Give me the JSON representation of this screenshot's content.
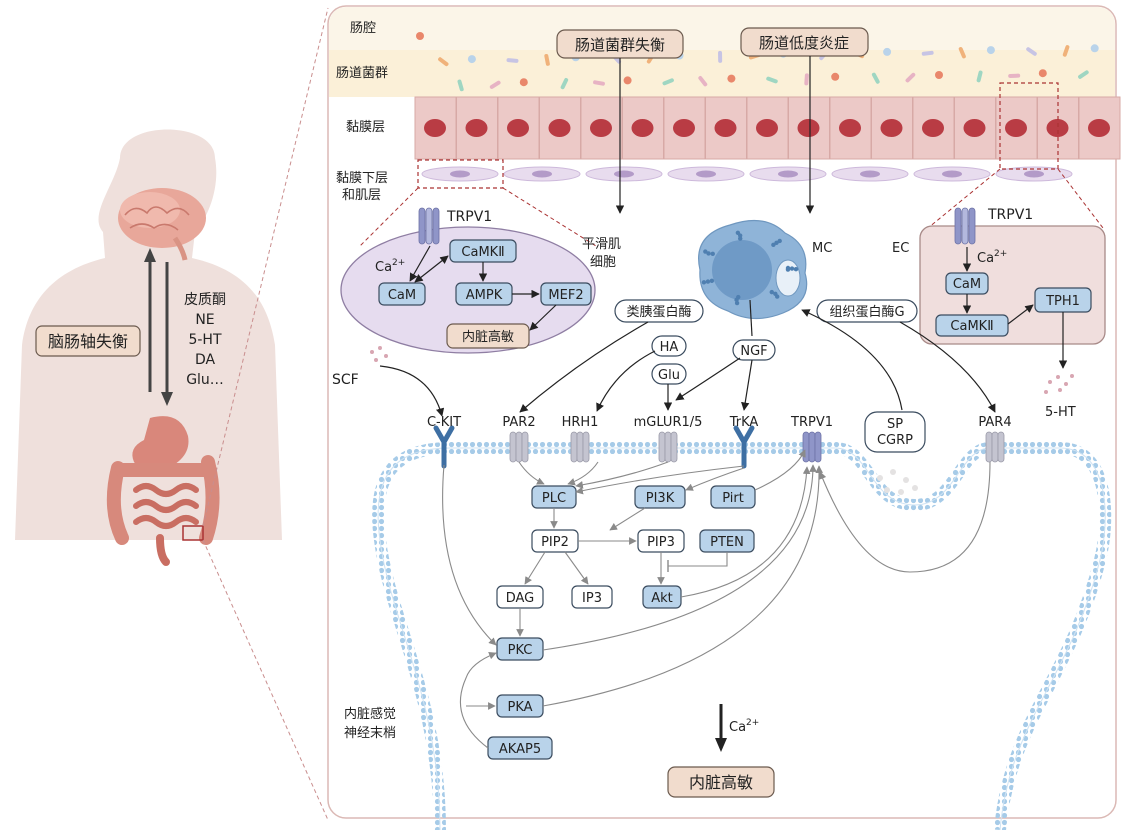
{
  "colors": {
    "panel_bg": "#f3e6e3",
    "lumen_bg": "#fbf3df",
    "cell_fill": "#ecc9c7",
    "nucleus": "#b93c44",
    "receptor_blue": "#b9d3ea",
    "tan_box": "#f1dccd",
    "smooth_cell_panel": "#e6dcef",
    "ec_panel": "#f0dedd",
    "membrane": "#9fc5e5",
    "mast_cell": "#8fb4d8",
    "body_silhouette": "#efe0dc"
  },
  "body_panel": {
    "axis_label": "脑肠轴失衡",
    "mediators": [
      "皮质酮",
      "NE",
      "5-HT",
      "DA",
      "Glu…"
    ]
  },
  "layers": {
    "lumen": "肠腔",
    "microbiota": "肠道菌群",
    "mucosa": "黏膜层",
    "submucosa_line1": "黏膜下层",
    "submucosa_line2": "和肌层"
  },
  "top_labels": {
    "dysbiosis": "肠道菌群失衡",
    "inflammation": "肠道低度炎症"
  },
  "smooth_muscle": {
    "receptor": "TRPV1",
    "ca": "Ca",
    "ca_sup": "2+",
    "camk2": "CaMKⅡ",
    "cam": "CaM",
    "ampk": "AMPK",
    "mef2": "MEF2",
    "result": "内脏高敏",
    "cell_label_line1": "平滑肌",
    "cell_label_line2": "细胞"
  },
  "ec_cell": {
    "label": "EC",
    "receptor": "TRPV1",
    "ca": "Ca",
    "ca_sup": "2+",
    "cam": "CaM",
    "camk2": "CaMKⅡ",
    "tph1": "TPH1",
    "output": "5-HT"
  },
  "mast_cell": {
    "label": "MC",
    "tryptase": "类胰蛋白酶",
    "cathepsin": "组织蛋白酶G",
    "ha": "HA",
    "ngf": "NGF",
    "glu": "Glu"
  },
  "scf": "SCF",
  "receptors": [
    "C-KIT",
    "PAR2",
    "HRH1",
    "mGLUR1/5",
    "TrKA",
    "TRPV1",
    "PAR4"
  ],
  "sp_cgrp": [
    "SP",
    "CGRP"
  ],
  "signaling": {
    "plc": "PLC",
    "pi3k": "PI3K",
    "pirt": "Pirt",
    "pip2": "PIP2",
    "pip3": "PIP3",
    "pten": "PTEN",
    "dag": "DAG",
    "ip3": "IP3",
    "akt": "Akt",
    "pkc": "PKC",
    "pka": "PKA",
    "akap5": "AKAP5"
  },
  "nerve_label_line1": "内脏感觉",
  "nerve_label_line2": "神经末梢",
  "ca_influx": "Ca",
  "ca_influx_sup": "2+",
  "outcome": "内脏高敏"
}
